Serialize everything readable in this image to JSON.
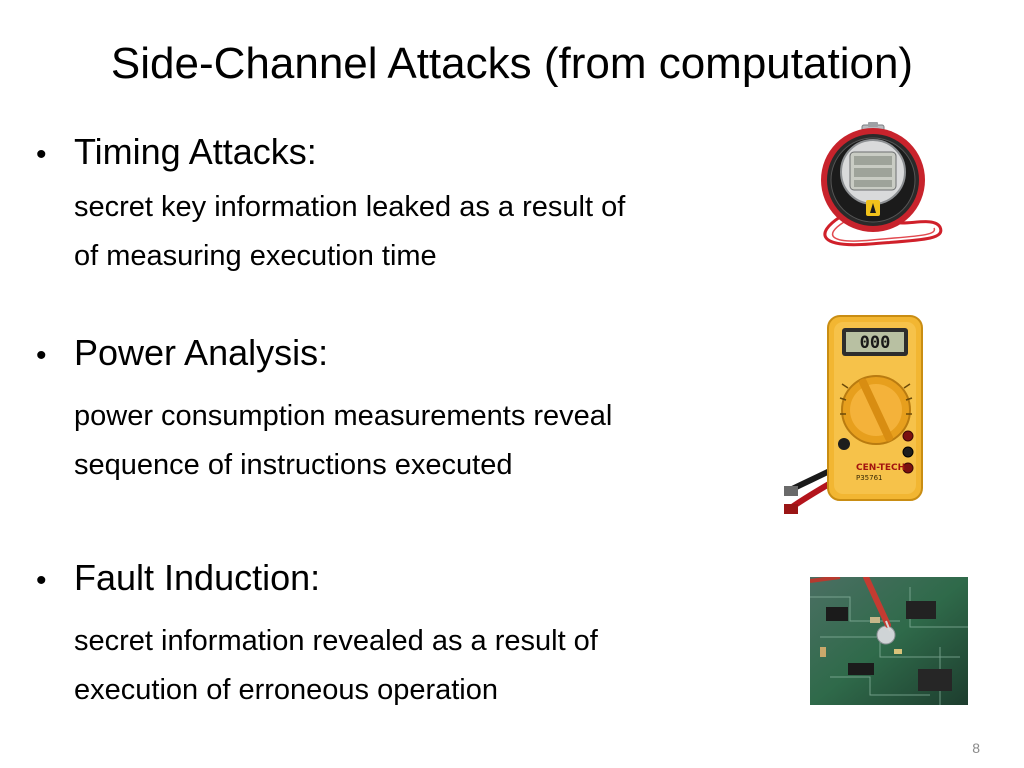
{
  "slide": {
    "title": "Side-Channel Attacks (from computation)",
    "bullet_glyph": "•",
    "bullets": [
      {
        "heading": "Timing Attacks:",
        "lines": [
          "secret key information leaked as a result of",
          "of measuring execution time"
        ],
        "image_icon": "stopwatch-icon"
      },
      {
        "heading": "Power Analysis:",
        "lines": [
          "power consumption measurements reveal",
          "sequence of instructions executed"
        ],
        "image_icon": "multimeter-icon"
      },
      {
        "heading": "Fault Induction:",
        "lines": [
          "secret information revealed as a result of",
          "execution of erroneous operation"
        ],
        "image_icon": "circuit-board-icon"
      }
    ],
    "page_number": "8",
    "multimeter": {
      "display": "000",
      "brand": "CEN-TECH",
      "model": "P35761"
    },
    "colors": {
      "text": "#000000",
      "page_number": "#8a8a8a",
      "stopwatch_strap": "#d0202a",
      "multimeter_body": "#f2b632",
      "board_green": "#2f6a4a"
    }
  }
}
